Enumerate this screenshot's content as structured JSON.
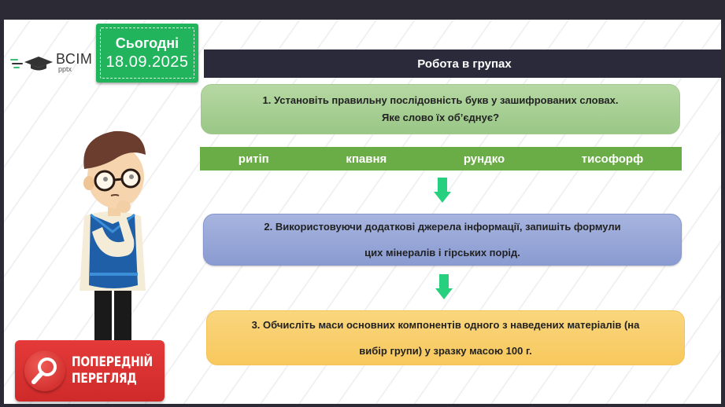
{
  "logo": {
    "brand": "ВСІМ",
    "sub": "pptx"
  },
  "date_badge": {
    "label": "Сьогодні",
    "date": "18.09.2025"
  },
  "header": {
    "title": "Робота в групах"
  },
  "tasks": [
    {
      "line1": "1. Установіть правильну послідовність букв у зашифрованих словах.",
      "line2": "Яке слово їх об’єднує?"
    },
    {
      "line1": "2. Використовуючи додаткові джерела інформації, запишіть формули",
      "line2": "цих мінералів і гірських порід."
    },
    {
      "line1": "3. Обчисліть маси основних компонентів одного з наведених матеріалів (на",
      "line2": "вибір групи) у зразку масою 100 г."
    }
  ],
  "scrambled_words": [
    "ритіп",
    "кпавня",
    "рундко",
    "тисофорф"
  ],
  "preview_button": {
    "line1": "ПОПЕРЕДНІЙ",
    "line2": "ПЕРЕГЛЯД"
  },
  "colors": {
    "frame": "#2b2a35",
    "badge_green": "#22b45c",
    "task1": "#a9d095",
    "words_bar": "#6aac45",
    "task2": "#97a7d8",
    "task3": "#f9cf6c",
    "arrow": "#27d07e",
    "preview_red": "#dc3232"
  }
}
